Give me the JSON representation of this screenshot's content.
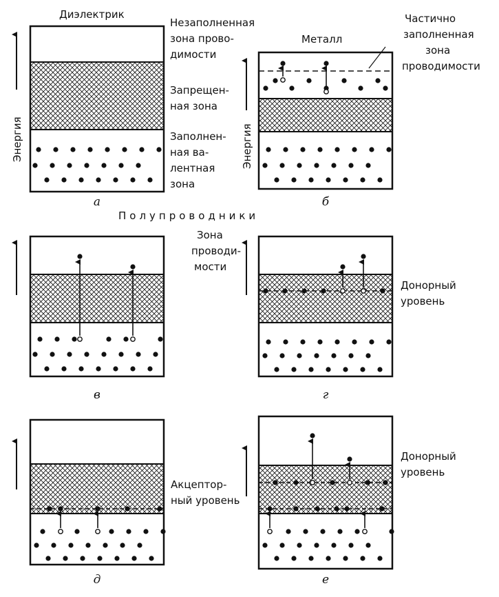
{
  "section_title": "Полупроводники",
  "energy_label": "Энергия",
  "panels": {
    "a": {
      "title": "Диэлектрик",
      "caption": "а",
      "zone_labels": {
        "conduction": [
          "Незаполненная",
          "зона прово-",
          "димости"
        ],
        "forbidden": [
          "Запрещен-",
          "ная зона"
        ],
        "valence": [
          "Заполнен-",
          "ная ва-",
          "лентная",
          "зона"
        ]
      }
    },
    "b": {
      "title": "Металл",
      "caption": "б",
      "zone_label": [
        "Частично",
        "заполненная",
        "зона",
        "проводимости"
      ]
    },
    "v": {
      "caption": "в"
    },
    "g": {
      "caption": "г",
      "zone_label_conduction": [
        "Зона",
        "проводи-",
        "мости"
      ],
      "donor_label": [
        "Донорный",
        "уровень"
      ]
    },
    "d": {
      "caption": "д",
      "acceptor_label": [
        "Акцептор-",
        "ный уровень"
      ]
    },
    "e": {
      "caption": "е",
      "donor_label": [
        "Донорный",
        "уровень"
      ]
    }
  },
  "colors": {
    "ink": "#111111",
    "background": "#ffffff"
  }
}
